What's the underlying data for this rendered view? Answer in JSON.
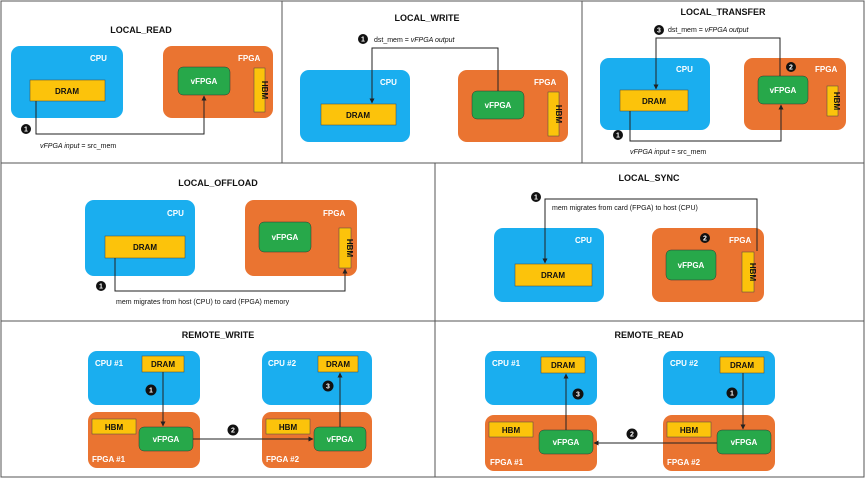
{
  "colors": {
    "cpu": "#1aaeef",
    "fpga": "#ea7431",
    "dram": "#fcc30b",
    "vfpga": "#27a84a",
    "border": "#555555"
  },
  "labels": {
    "cpu": "CPU",
    "fpga": "FPGA",
    "dram": "DRAM",
    "vfpga": "vFPGA",
    "hbm": "HBM",
    "cpu1": "CPU #1",
    "cpu2": "CPU #2",
    "fpga1": "FPGA #1",
    "fpga2": "FPGA #2",
    "vfpga_input_italic": "vFPGA input",
    "vfpga_output_italic": "vFPGA output",
    "n1": "1",
    "n2": "2",
    "n3": "3"
  },
  "panels": {
    "local_read": {
      "title": "LOCAL_READ",
      "annotation": " = src_mem"
    },
    "local_write": {
      "title": "LOCAL_WRITE",
      "annotation": "dst_mem = "
    },
    "local_transfer": {
      "title": "LOCAL_TRANSFER",
      "annotation_top": "dst_mem = ",
      "annotation_bottom": " = src_mem"
    },
    "local_offload": {
      "title": "LOCAL_OFFLOAD",
      "annotation": "mem migrates from host (CPU) to card (FPGA) memory"
    },
    "local_sync": {
      "title": "LOCAL_SYNC",
      "annotation": "mem migrates from card (FPGA) to host (CPU)"
    },
    "remote_write": {
      "title": "REMOTE_WRITE"
    },
    "remote_read": {
      "title": "REMOTE_READ"
    }
  }
}
